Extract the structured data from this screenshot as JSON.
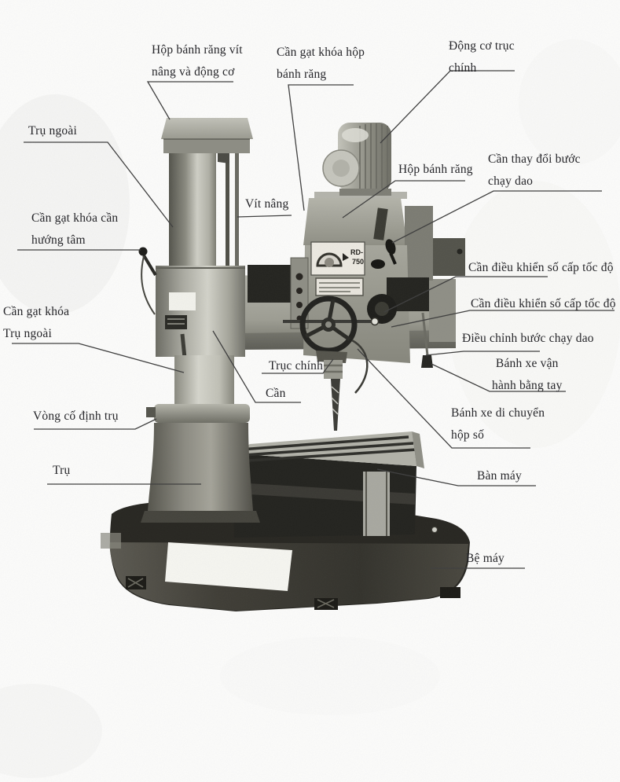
{
  "diagram": {
    "description": "Labeled diagram of a radial drilling machine (Vietnamese part names)",
    "labels": {
      "gearbox_motor": "Hộp bánh răng vít\nnâng và động cơ",
      "gear_lock_lever": "Cần gạt khóa hộp\nbánh răng",
      "spindle_motor": "Động cơ trục\nchính",
      "outer_column": "Trụ ngoài",
      "arm_lock_lever": "Cần gạt khóa cần\nhướng tâm",
      "lift_screw": "Vít nâng",
      "gearbox": "Hộp bánh răng",
      "feed_change_lever": "Cần thay đổi bước\nchạy dao",
      "speed_lever_upper": "Cần điều khiển số cấp tốc độ",
      "speed_lever_lower": "Cần điều khiển số cấp tốc độ",
      "feed_adjust": "Điều chỉnh bước chạy dao",
      "manual_handwheel": "Bánh xe vận\nhành bằng tay",
      "column_lock_lever": "Cần gạt khóa\nTrụ ngoài",
      "spindle": "Trục chính",
      "arm": "Cần",
      "gearbox_wheel": "Bánh xe di chuyển\nhộp số",
      "column_collar": "Vòng cố định trụ",
      "column": "Trụ",
      "table": "Bàn máy",
      "base": "Bệ máy"
    },
    "machine_plate": {
      "line1": "RD-",
      "line2": "750"
    }
  }
}
